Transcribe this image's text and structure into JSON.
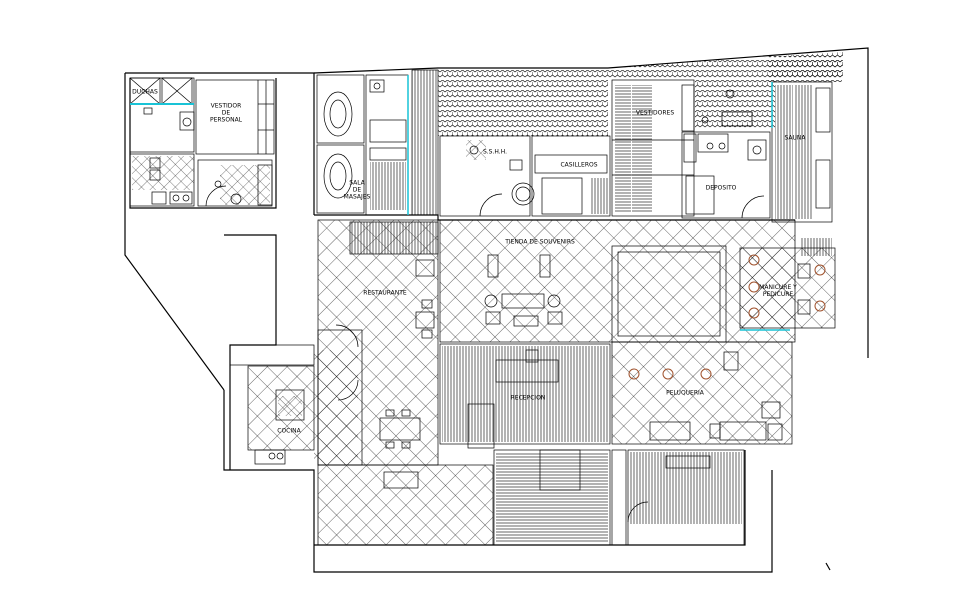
{
  "rooms": {
    "duchas": "DUCHAS",
    "vestidor_personal": "VESTIDOR\nDE\nPERSONAL",
    "ssuh": "S.S.H.H.",
    "casilleros": "CASILLEROS",
    "vestidores": "VESTIDORES",
    "deposito": "DEPOSITO",
    "sauna": "SAUNA",
    "sala_masajes": "SALA\nDE\nMASAJES",
    "tienda": "TIENDA DE SOUVENIRS",
    "restaurante": "RESTAURANTE",
    "manicure": "MANICURE Y\nPEDICURE",
    "peluqueria": "PELUQUERIA",
    "recepcion": "RECEPCION",
    "cocina": "COCINA"
  },
  "colors": {
    "line": "#000000",
    "accent_cyan": "#19c3d6",
    "chair": "#a0522d"
  }
}
